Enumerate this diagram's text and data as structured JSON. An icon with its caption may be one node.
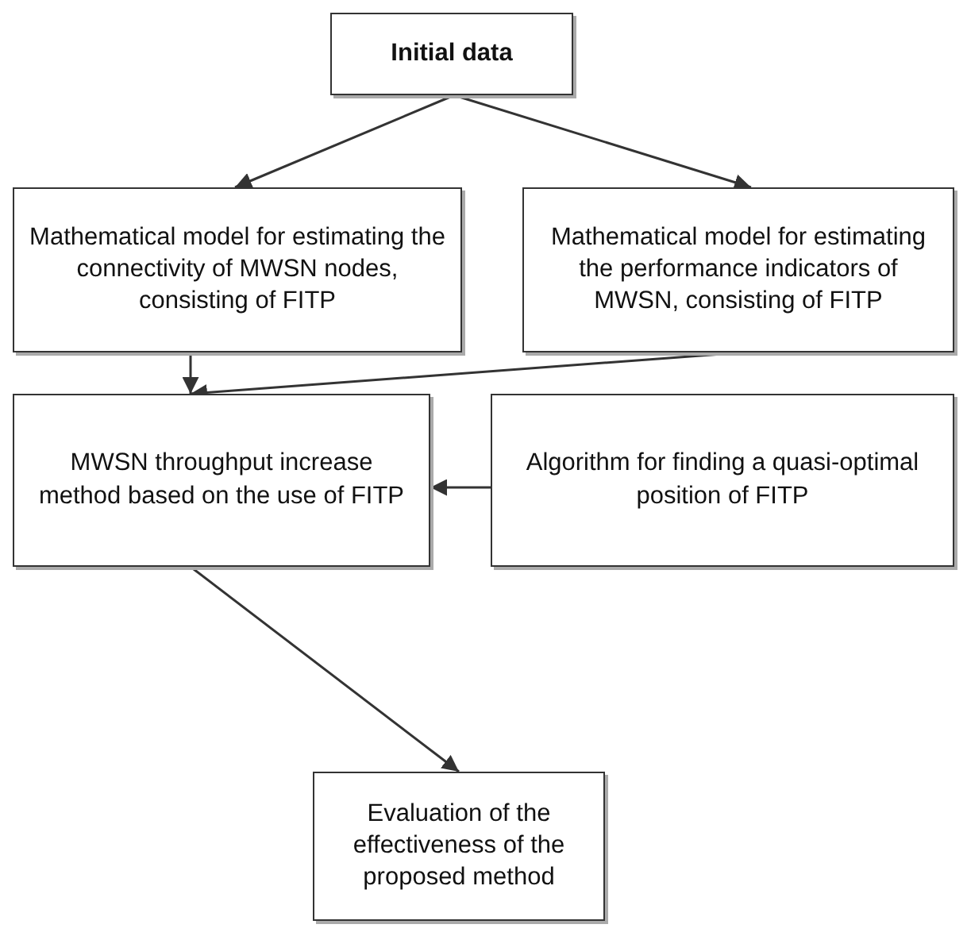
{
  "diagram": {
    "nodes": [
      {
        "text": [
          "Initial data"
        ]
      },
      {
        "text": [
          "Mathematical model for estimating the connectivity of MWSN nodes, consisting of FITP"
        ]
      },
      {
        "text": [
          "Mathematical model for estimating the performance indicators of MWSN, consisting of FITP"
        ]
      },
      {
        "text": [
          "MWSN throughput increase method based on the use of FITP"
        ]
      },
      {
        "text": [
          "Algorithm for finding a quasi-optimal position of FITP"
        ]
      },
      {
        "text": [
          "Evaluation of the effectiveness of the proposed method"
        ]
      }
    ],
    "edges": [
      {
        "from": 0,
        "to": 1,
        "arrow": "to"
      },
      {
        "from": 0,
        "to": 2,
        "arrow": "to"
      },
      {
        "from": 1,
        "to": 3,
        "arrow": "to"
      },
      {
        "from": 2,
        "to": 3,
        "arrow": "to"
      },
      {
        "from": 4,
        "to": 3,
        "arrow": "to"
      },
      {
        "from": 3,
        "to": 5,
        "arrow": "to"
      }
    ]
  }
}
